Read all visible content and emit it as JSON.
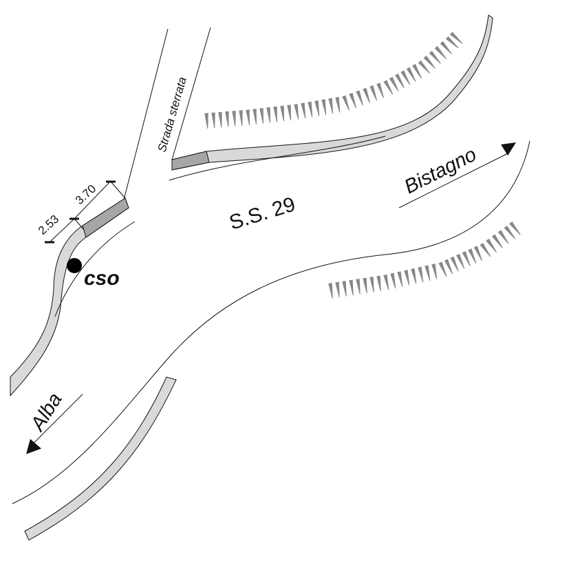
{
  "map": {
    "colors": {
      "line": "#111111",
      "sidewalk": "#d9d9d9",
      "sidewalk_highlight": "#a6a6a6",
      "embankment": "#888888",
      "marker": "#000000"
    },
    "labels": {
      "road": "S.S. 29",
      "side_road": "Strada sterrata",
      "direction_east": "Bistagno",
      "direction_west": "Alba",
      "point": "cso",
      "dim_outer": "3.70",
      "dim_inner": "2.53"
    },
    "icons": {
      "east_arrow": "arrow-head-icon",
      "west_arrow": "arrow-head-icon",
      "point_marker": "filled-circle-icon"
    }
  }
}
